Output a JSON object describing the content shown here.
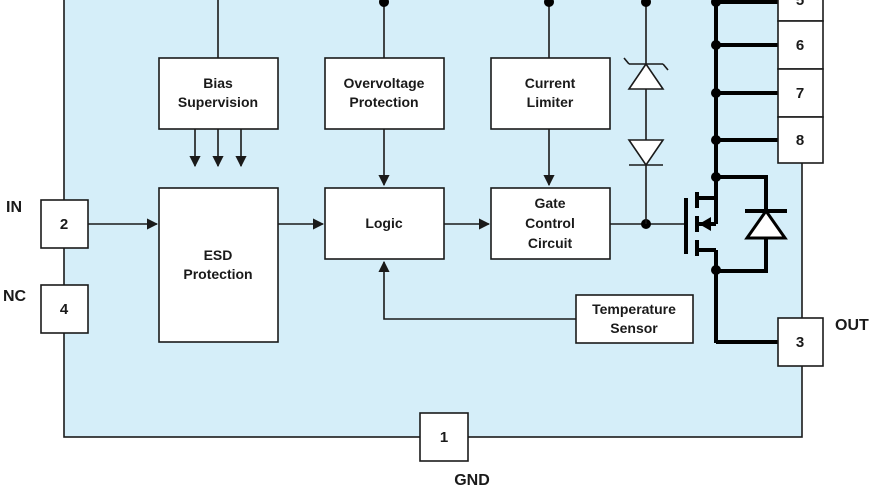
{
  "colors": {
    "package_fill": "#d5eef9",
    "line": "#1a1a1a"
  },
  "blocks": {
    "bias": [
      "Bias",
      "Supervision"
    ],
    "ovp": [
      "Overvoltage",
      "Protection"
    ],
    "current": [
      "Current",
      "Limiter"
    ],
    "esd": [
      "ESD",
      "Protection"
    ],
    "logic": [
      "Logic"
    ],
    "gate": [
      "Gate",
      "Control",
      "Circuit"
    ],
    "temp": [
      "Temperature",
      "Sensor"
    ]
  },
  "pins": {
    "p2": "2",
    "p4": "4",
    "p1": "1",
    "p3": "3",
    "p5": "5",
    "p6": "6",
    "p7": "7",
    "p8": "8"
  },
  "labels": {
    "in": "IN",
    "nc": "NC",
    "out": "OUT",
    "gnd": "GND"
  }
}
